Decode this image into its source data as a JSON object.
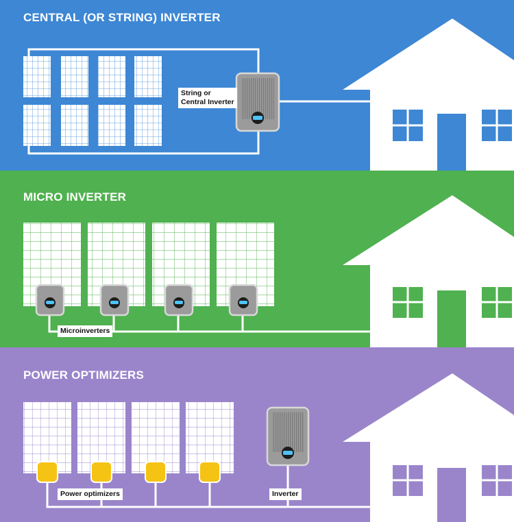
{
  "colors": {
    "central_bg": "#3d87d4",
    "micro_bg": "#4fb14f",
    "optimizer_bg": "#9a85cb",
    "panel_white": "#ffffff",
    "inverter_gray": "#8f8f8f",
    "optimizer_yellow": "#f5c314"
  },
  "sections": {
    "central": {
      "title": "CENTRAL (OR STRING) INVERTER",
      "inverter_label_line1": "String or",
      "inverter_label_line2": "Central Inverter"
    },
    "micro": {
      "title": "MICRO INVERTER",
      "microinverters_label": "Microinverters"
    },
    "optimizers": {
      "title": "POWER OPTIMIZERS",
      "optimizers_label": "Power optimizers",
      "inverter_label": "Inverter"
    }
  }
}
